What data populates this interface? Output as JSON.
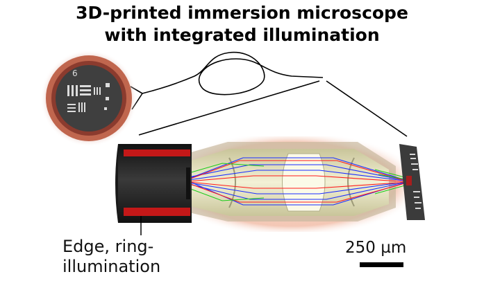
{
  "title": {
    "line1": "3D-printed immersion microscope",
    "line2": "with integrated illumination"
  },
  "label": {
    "line1": "Edge, ring-",
    "line2": "illumination"
  },
  "scale_bar": {
    "text": "250 µm"
  },
  "colors": {
    "ring_glow": "#c45a4a",
    "fiber_red": "#e01b1b",
    "lens_body": "#d9d8a8",
    "ray_blue": "#1a2cff",
    "ray_red": "#ff1a1a",
    "ray_green": "#1acc1a"
  },
  "icons": [
    "fiber-loop",
    "target-end-view",
    "fiber-ferrule",
    "lens-assembly",
    "resolution-target"
  ]
}
